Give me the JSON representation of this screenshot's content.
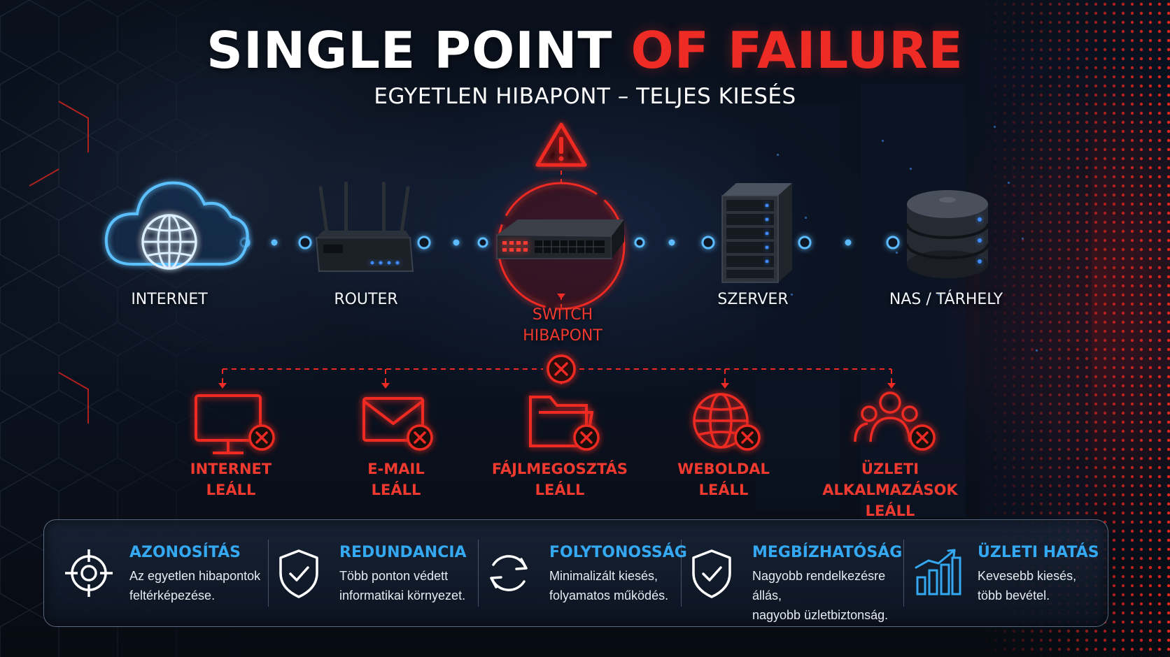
{
  "title": {
    "part1": "SINGLE POINT",
    "part2": "OF FAILURE"
  },
  "subtitle": "EGYETLEN HIBAPONT – TELJES KIESÉS",
  "nodes": {
    "internet": "INTERNET",
    "router": "ROUTER",
    "switch_line1": "SWITCH",
    "switch_line2": "HIBAPONT",
    "server": "SZERVER",
    "nas": "NAS / TÁRHELY"
  },
  "impacts": [
    {
      "line1": "INTERNET",
      "line2": "LEÁLL",
      "icon": "monitor-icon"
    },
    {
      "line1": "E-MAIL",
      "line2": "LEÁLL",
      "icon": "envelope-icon"
    },
    {
      "line1": "FÁJLMEGOSZTÁS",
      "line2": "LEÁLL",
      "icon": "folder-icon"
    },
    {
      "line1": "WEBOLDAL",
      "line2": "LEÁLL",
      "icon": "globe-icon"
    },
    {
      "line1": "ÜZLETI ALKALMAZÁSOK",
      "line2": "LEÁLL",
      "icon": "users-icon"
    }
  ],
  "benefits": [
    {
      "title": "AZONOSÍTÁS",
      "line1": "Az egyetlen hibapontok",
      "line2": "feltérképezése.",
      "icon": "crosshair-icon"
    },
    {
      "title": "REDUNDANCIA",
      "line1": "Több ponton védett",
      "line2": "informatikai környezet.",
      "icon": "shield-check-icon"
    },
    {
      "title": "FOLYTONOSSÁG",
      "line1": "Minimalizált kiesés,",
      "line2": "folyamatos működés.",
      "icon": "refresh-icon"
    },
    {
      "title": "MEGBÍZHATÓSÁG",
      "line1": "Nagyobb rendelkezésre állás,",
      "line2": "nagyobb üzletbiztonság.",
      "icon": "shield-check-icon"
    },
    {
      "title": "ÜZLETI HATÁS",
      "line1": "Kevesebb kiesés,",
      "line2": "több bevétel.",
      "icon": "bar-chart-icon"
    }
  ],
  "colors": {
    "accent_blue": "#35a8f2",
    "failure_red": "#ee2b24",
    "background": "#0a111d"
  }
}
